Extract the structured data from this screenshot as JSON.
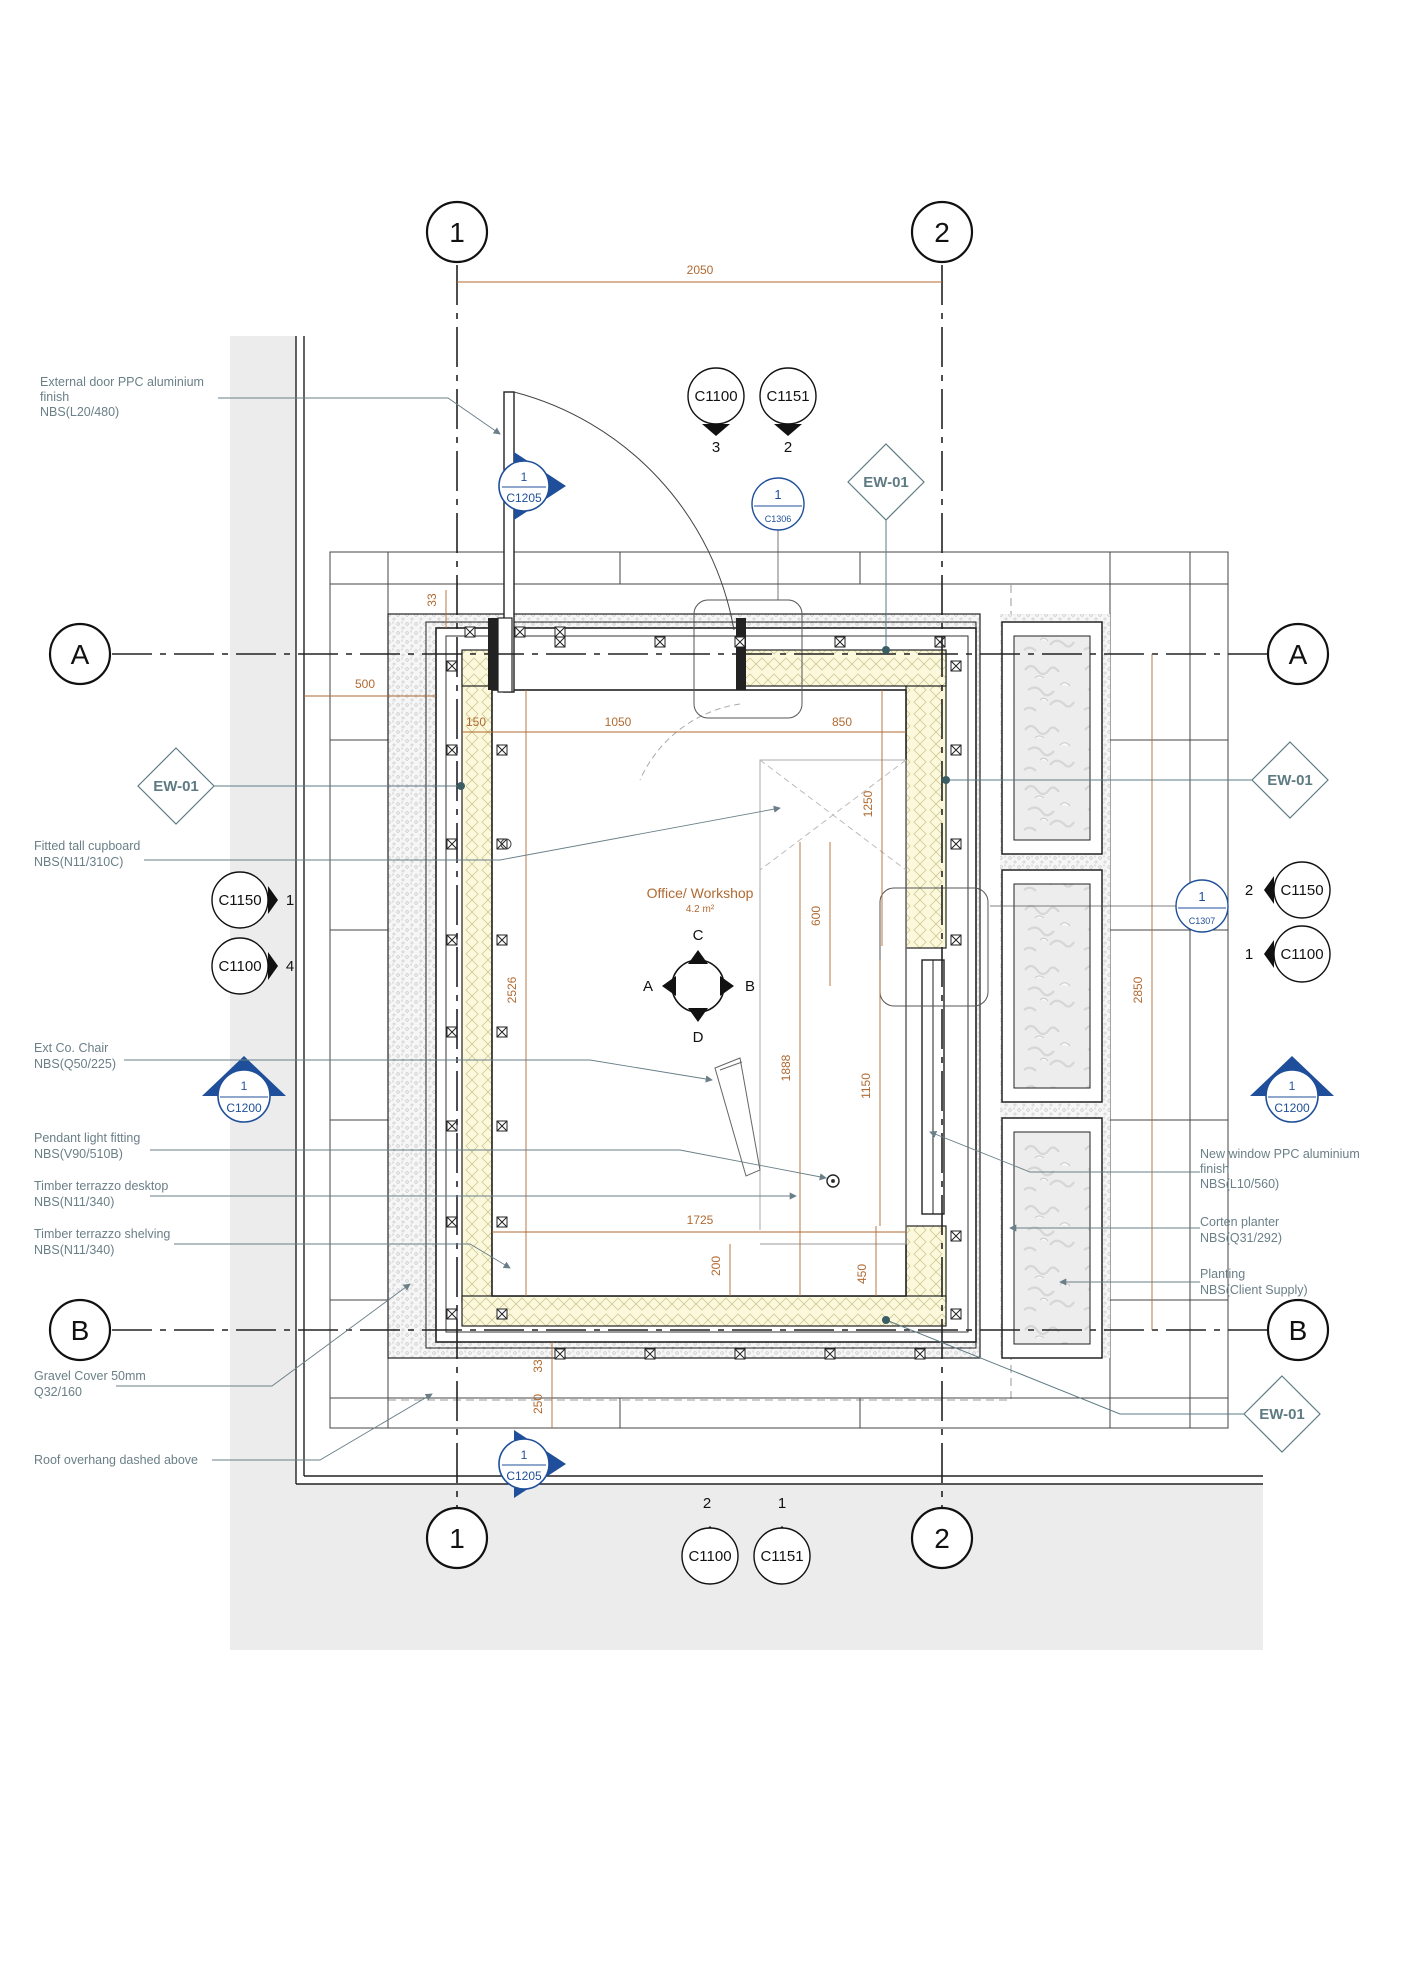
{
  "grid": {
    "col_1": "1",
    "col_2": "2",
    "row_a": "A",
    "row_b": "B"
  },
  "dimensions": {
    "overall_width": "2050",
    "d33_top": "33",
    "d500": "500",
    "d150": "150",
    "d1050": "1050",
    "d850": "850",
    "d1250": "1250",
    "d600": "600",
    "d2526": "2526",
    "d2850": "2850",
    "d1888": "1888",
    "d1150": "1150",
    "d1725": "1725",
    "d200": "200",
    "d450": "450",
    "d33_bottom": "33",
    "d250": "250"
  },
  "room": {
    "name": "Office/ Workshop",
    "area": "4.2 m²"
  },
  "elevation_marker": {
    "a": "A",
    "b": "B",
    "c": "C",
    "d": "D"
  },
  "section_refs": {
    "top_left": {
      "number": "1",
      "sheet": "C1205"
    },
    "bottom_left": {
      "number": "1",
      "sheet": "C1205"
    },
    "left_mid": {
      "number": "1",
      "sheet": "C1200"
    },
    "right_mid": {
      "number": "1",
      "sheet": "C1200"
    },
    "door_detail": {
      "number": "1",
      "sheet": "C1306"
    },
    "window_detail": {
      "number": "1",
      "sheet": "C1307"
    }
  },
  "view_refs": {
    "top_1": {
      "sheet": "C1100",
      "number": "3"
    },
    "top_2": {
      "sheet": "C1151",
      "number": "2"
    },
    "left_1": {
      "sheet": "C1150",
      "number": "1"
    },
    "left_2": {
      "sheet": "C1100",
      "number": "4"
    },
    "right_1": {
      "sheet": "C1150",
      "number": "2"
    },
    "right_2": {
      "sheet": "C1100",
      "number": "1"
    },
    "bottom_1": {
      "sheet": "C1100",
      "number": "2"
    },
    "bottom_2": {
      "sheet": "C1151",
      "number": "1"
    }
  },
  "wall_tags": {
    "top": "EW-01",
    "left": "EW-01",
    "right": "EW-01",
    "bottom": "EW-01"
  },
  "notes": {
    "ext_door": [
      "External door PPC aluminium",
      "finish",
      "NBS(L20/480)"
    ],
    "cupboard": [
      "Fitted tall cupboard",
      "NBS(N11/310C)"
    ],
    "chair": [
      "Ext Co. Chair",
      "NBS(Q50/225)"
    ],
    "pendant": [
      "Pendant light fitting",
      "NBS(V90/510B)"
    ],
    "desktop": [
      "Timber terrazzo desktop",
      "NBS(N11/340)"
    ],
    "shelving": [
      "Timber terrazzo shelving",
      "NBS(N11/340)"
    ],
    "gravel": [
      "Gravel Cover 50mm",
      "Q32/160"
    ],
    "roof": [
      "Roof overhang dashed above"
    ],
    "window": [
      "New window PPC aluminium",
      "finish",
      "NBS(L10/560)"
    ],
    "planter": [
      "Corten planter",
      "NBS(Q31/292)"
    ],
    "planting": [
      "Planting",
      "NBS(Client Supply)"
    ]
  },
  "colors": {
    "dimension": "#b06a32",
    "note": "#6a7f87",
    "section_blue": "#1f4f9a",
    "insulation": "#fdfbe6",
    "landscape_grey": "#ececec"
  }
}
